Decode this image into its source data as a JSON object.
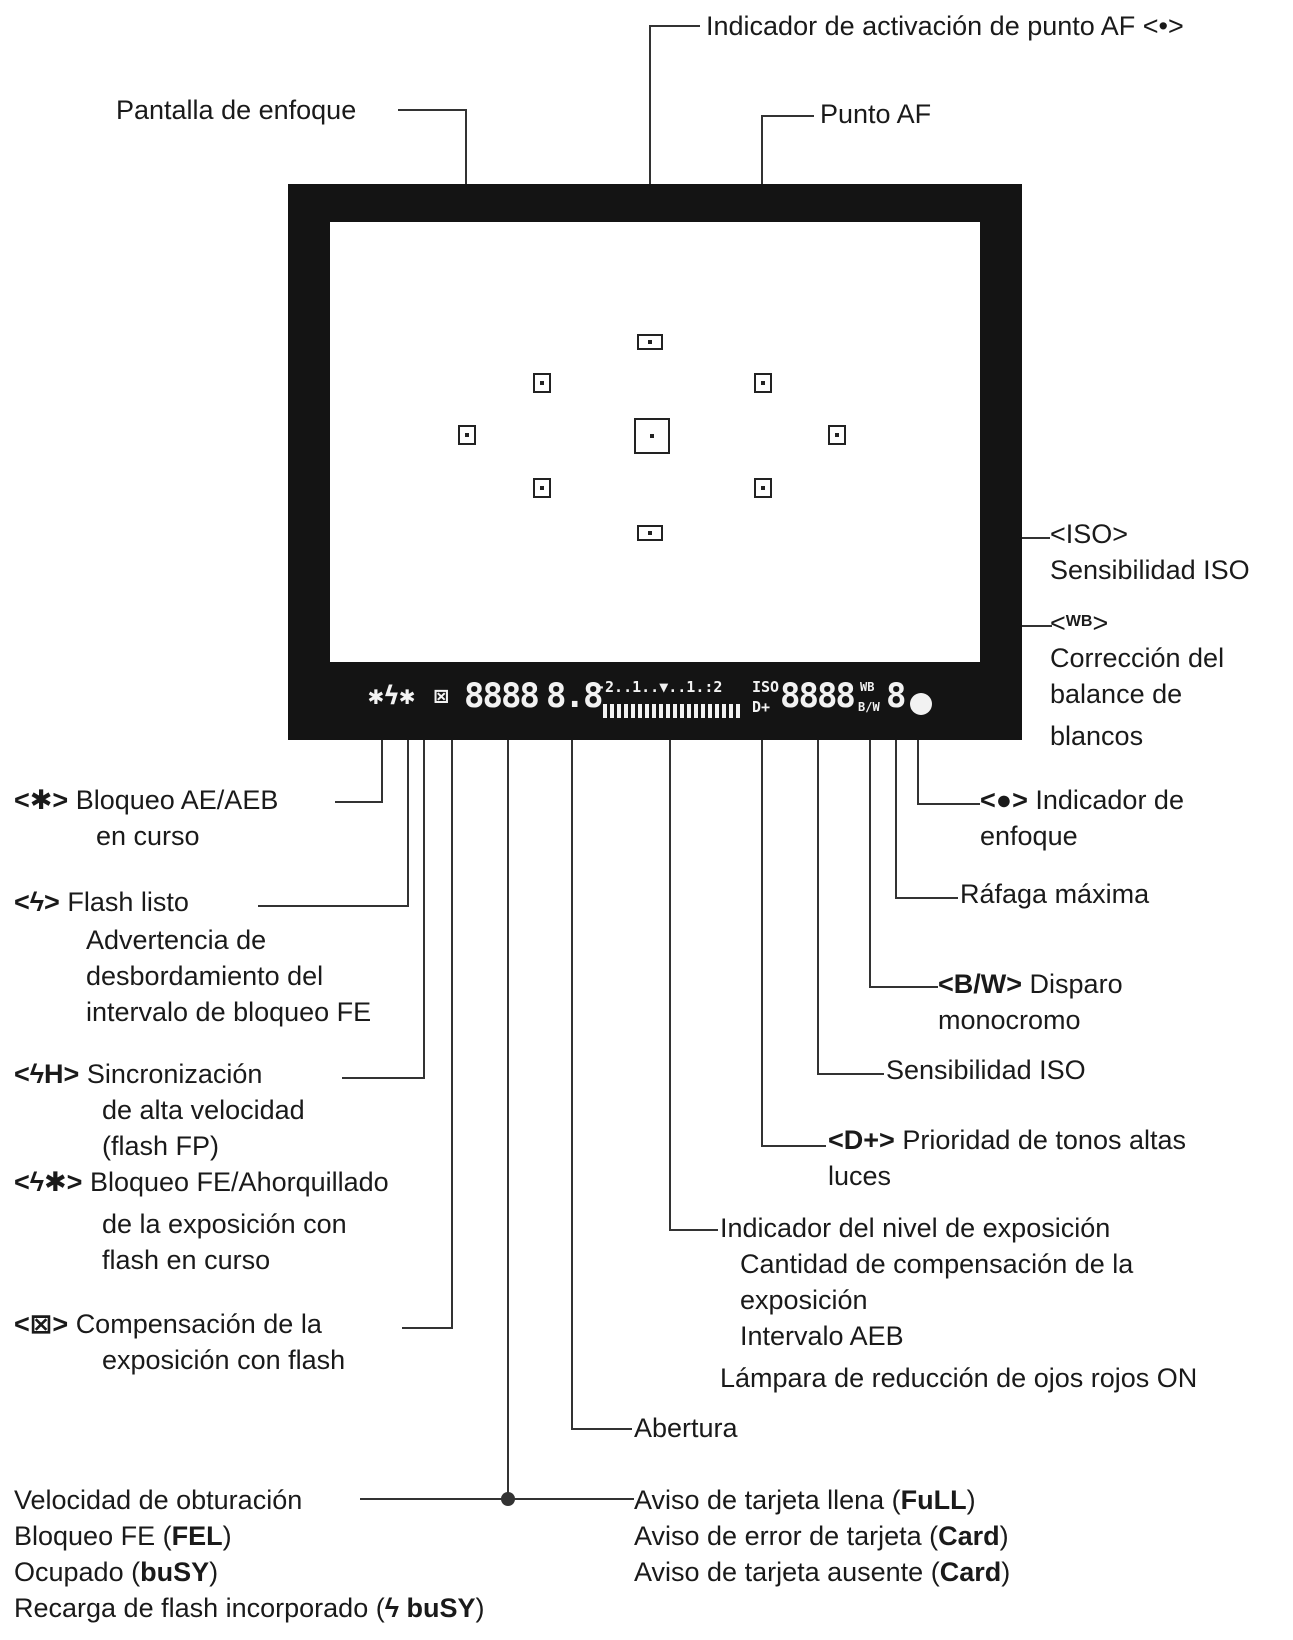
{
  "labels": {
    "af_point_activation": "Indicador de activación de punto AF <•>",
    "focusing_screen": "Pantalla de enfoque",
    "af_point": "Punto AF",
    "iso_symbol": "<ISO>",
    "iso_sensitivity_top": "Sensibilidad ISO",
    "wb_symbol_open": "<",
    "wb_symbol_mark": "WB",
    "wb_symbol_close": ">",
    "wb_correction": [
      "Corrección del",
      "balance de",
      "blancos"
    ],
    "ae_lock_symbol": "<✱>",
    "ae_lock": [
      "Bloqueo AE/AEB",
      "en curso"
    ],
    "flash_ready_symbol": "<ϟ>",
    "flash_ready": "Flash listo",
    "fe_lock_warning": [
      "Advertencia de",
      "desbordamiento del",
      "intervalo de bloqueo FE"
    ],
    "high_speed_sync_symbol": "<ϟH>",
    "high_speed_sync": [
      "Sincronización",
      "de alta velocidad",
      "(flash FP)"
    ],
    "fe_lock_fEB_symbol": "<ϟ✱>",
    "fe_lock_fEB": [
      "Bloqueo FE/Ahorquillado",
      "de la exposición con",
      "flash en curso"
    ],
    "flash_comp_symbol": "<⊠>",
    "flash_comp": [
      "Compensación de la",
      "exposición con flash"
    ],
    "focus_confirm_symbol": "<●>",
    "focus_confirm": [
      "Indicador de",
      "enfoque"
    ],
    "max_burst": "Ráfaga máxima",
    "monochrome_symbol": "<B/W>",
    "monochrome": [
      "Disparo",
      "monocromo"
    ],
    "iso_sensitivity_bottom": "Sensibilidad ISO",
    "highlight_tone_symbol": "<D+>",
    "highlight_tone": [
      "Prioridad de tonos altas",
      "luces"
    ],
    "exposure_level": [
      "Indicador del nivel de exposición",
      "Cantidad de compensación de la",
      "exposición",
      "Intervalo AEB"
    ],
    "red_eye": "Lámpara de reducción de ojos rojos ON",
    "aperture": "Abertura",
    "shutter_lines": [
      {
        "text": "Velocidad de obturación",
        "bold": ""
      },
      {
        "text": "Bloqueo FE (",
        "bold": "FEL",
        "end": ")"
      },
      {
        "text": "Ocupado (",
        "bold": "buSY",
        "end": ")"
      },
      {
        "text": "Recarga de flash incorporado (",
        "bold": "ϟ buSY",
        "end": ")"
      }
    ],
    "card_lines": [
      {
        "text": "Aviso de tarjeta llena (",
        "bold": "FuLL",
        "end": ")"
      },
      {
        "text": "Aviso de error de tarjeta (",
        "bold": "Card",
        "end": ")"
      },
      {
        "text": "Aviso de tarjeta ausente (",
        "bold": "Card",
        "end": ")"
      }
    ]
  },
  "viewfinder_lcd": {
    "icons": "✱ϟ✱",
    "flash_comp": "⊠",
    "shutter": "8888",
    "aperture": "8.8",
    "scale": "-2..1..▼..1.:2",
    "iso_mark": "ISO",
    "d_plus": "D+",
    "iso_value": "8888",
    "wb_mark": "WB",
    "bw_mark": "B/W",
    "burst": "8"
  }
}
